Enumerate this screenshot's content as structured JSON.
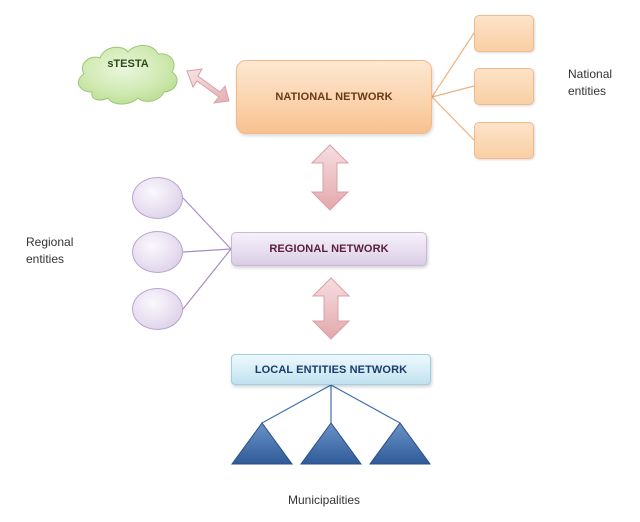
{
  "nodes": {
    "stesta": "sTESTA",
    "national_network": "NATIONAL NETWORK",
    "regional_network": "REGIONAL NETWORK",
    "local_network": "LOCAL ENTITIES NETWORK"
  },
  "labels": {
    "national_entities_line1": "National",
    "national_entities_line2": "entities",
    "regional_entities_line1": "Regional",
    "regional_entities_line2": "entities",
    "municipalities": "Municipalities"
  },
  "colors": {
    "national_fill": "#fbd4ae",
    "regional_fill": "#e6dcef",
    "local_fill": "#d3ecf6",
    "cloud_fill": "#c9e6a8",
    "arrow_fill": "#e9b9bd",
    "municipality_fill": "#3f6fad"
  }
}
